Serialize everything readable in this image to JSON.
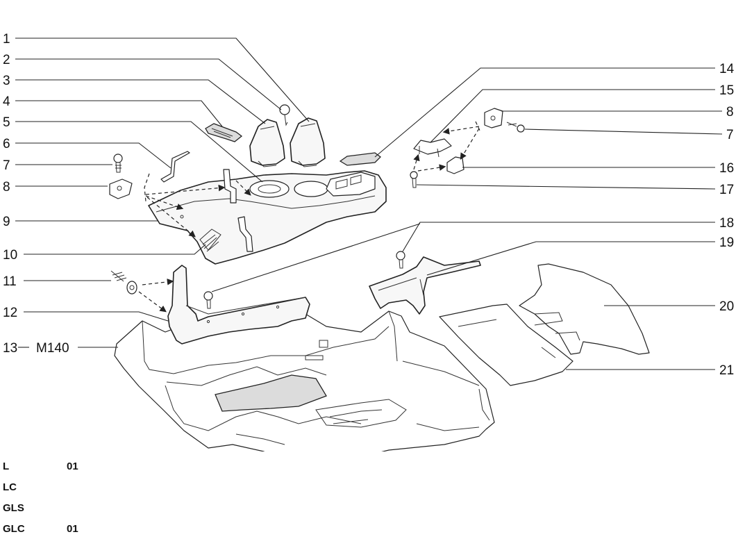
{
  "callouts": {
    "c1": "1",
    "c2": "2",
    "c3": "3",
    "c4": "4",
    "c5": "5",
    "c6": "6",
    "c7l": "7",
    "c8l": "8",
    "c9": "9",
    "c10": "10",
    "c11": "11",
    "c12": "12",
    "c13": "13",
    "c13code": "M140",
    "c14": "14",
    "c15": "15",
    "c8r": "8",
    "c7r": "7",
    "c16": "16",
    "c17": "17",
    "c18": "18",
    "c19": "19",
    "c20": "20",
    "c21": "21"
  },
  "variants": [
    {
      "code": "L",
      "qty": "01"
    },
    {
      "code": "LC",
      "qty": ""
    },
    {
      "code": "GLS",
      "qty": ""
    },
    {
      "code": "GLC",
      "qty": "01"
    }
  ]
}
